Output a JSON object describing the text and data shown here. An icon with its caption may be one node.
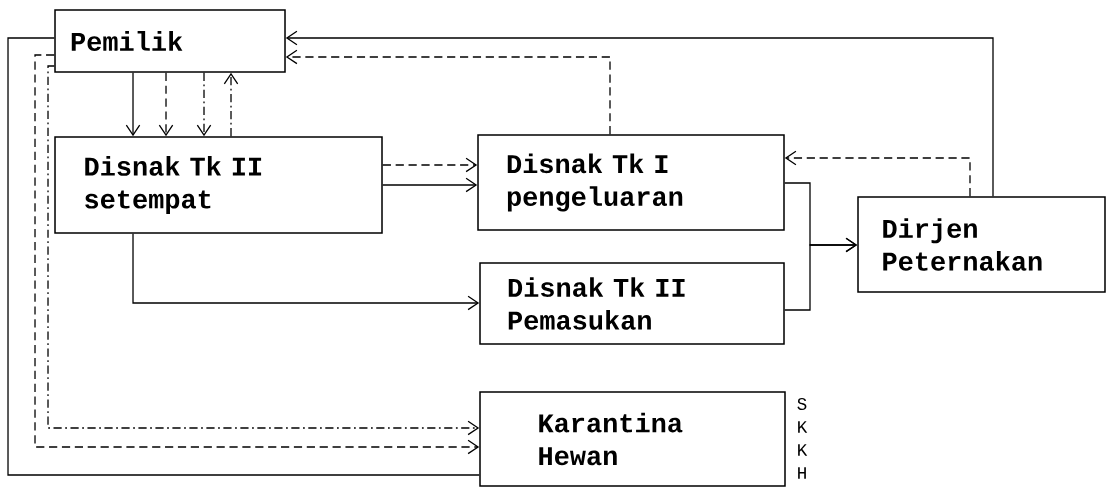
{
  "diagram": {
    "nodes": [
      {
        "text": [
          "Pemilik"
        ]
      },
      {
        "text": [
          "Disnak Tk II setempat"
        ]
      },
      {
        "text": [
          "Disnak Tk I pengeluaran"
        ]
      },
      {
        "text": [
          "Disnak Tk II Pemasukan"
        ]
      },
      {
        "text": [
          "Dirjen Peternakan"
        ]
      },
      {
        "text": [
          "Karantina Hewan"
        ],
        "beside": [
          "S",
          "K",
          "K",
          "H"
        ]
      }
    ],
    "edges": [
      {
        "from": 0,
        "to": 1,
        "arrow": "to"
      },
      {
        "from": 0,
        "to": 1,
        "arrow": "to",
        "style": "dashed"
      },
      {
        "from": 0,
        "to": 1,
        "arrow": "to",
        "style": "dashed"
      },
      {
        "from": 1,
        "to": 0,
        "arrow": "to",
        "style": "dashed"
      },
      {
        "from": 1,
        "to": 2,
        "arrow": "to",
        "style": "dashed"
      },
      {
        "from": 1,
        "to": 2,
        "arrow": "to"
      },
      {
        "from": 1,
        "to": 3,
        "arrow": "to"
      },
      {
        "from": 2,
        "to": 4,
        "arrow": "to"
      },
      {
        "from": 3,
        "to": 4,
        "arrow": "to"
      },
      {
        "from": 4,
        "to": 0,
        "arrow": "to"
      },
      {
        "from": 2,
        "to": 0,
        "arrow": "to",
        "style": "dashed"
      },
      {
        "from": 4,
        "to": 2,
        "arrow": "to",
        "style": "dashed"
      },
      {
        "from": 0,
        "to": 5,
        "arrow": "none"
      },
      {
        "from": 0,
        "to": 5,
        "arrow": "to",
        "style": "dashed"
      },
      {
        "from": 0,
        "to": 5,
        "arrow": "to",
        "style": "dashed"
      }
    ]
  }
}
